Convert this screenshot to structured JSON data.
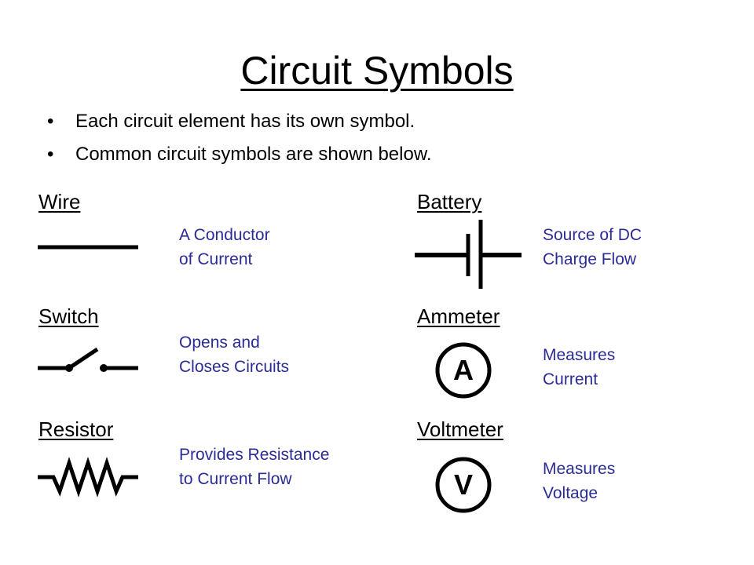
{
  "slide": {
    "title": "Circuit Symbols",
    "bullets": [
      "Each circuit element has its own symbol.",
      "Common circuit symbols are shown below."
    ]
  },
  "symbols": {
    "wire": {
      "label": "Wire",
      "desc": [
        "A Conductor",
        "of Current"
      ],
      "icon": "wire-symbol"
    },
    "battery": {
      "label": "Battery",
      "desc": [
        "Source of DC",
        "Charge Flow"
      ],
      "icon": "battery-symbol"
    },
    "switch": {
      "label": "Switch",
      "desc": [
        "Opens and",
        "Closes Circuits"
      ],
      "icon": "switch-symbol"
    },
    "ammeter": {
      "label": "Ammeter",
      "desc": [
        "Measures",
        "Current"
      ],
      "icon": "ammeter-symbol",
      "letter": "A"
    },
    "resistor": {
      "label": "Resistor",
      "desc": [
        "Provides Resistance",
        "to Current Flow"
      ],
      "icon": "resistor-symbol"
    },
    "voltmeter": {
      "label": "Voltmeter",
      "desc": [
        "Measures",
        "Voltage"
      ],
      "icon": "voltmeter-symbol",
      "letter": "V"
    }
  },
  "colors": {
    "text": "#000000",
    "description": "#2b2b96",
    "background": "#ffffff"
  }
}
